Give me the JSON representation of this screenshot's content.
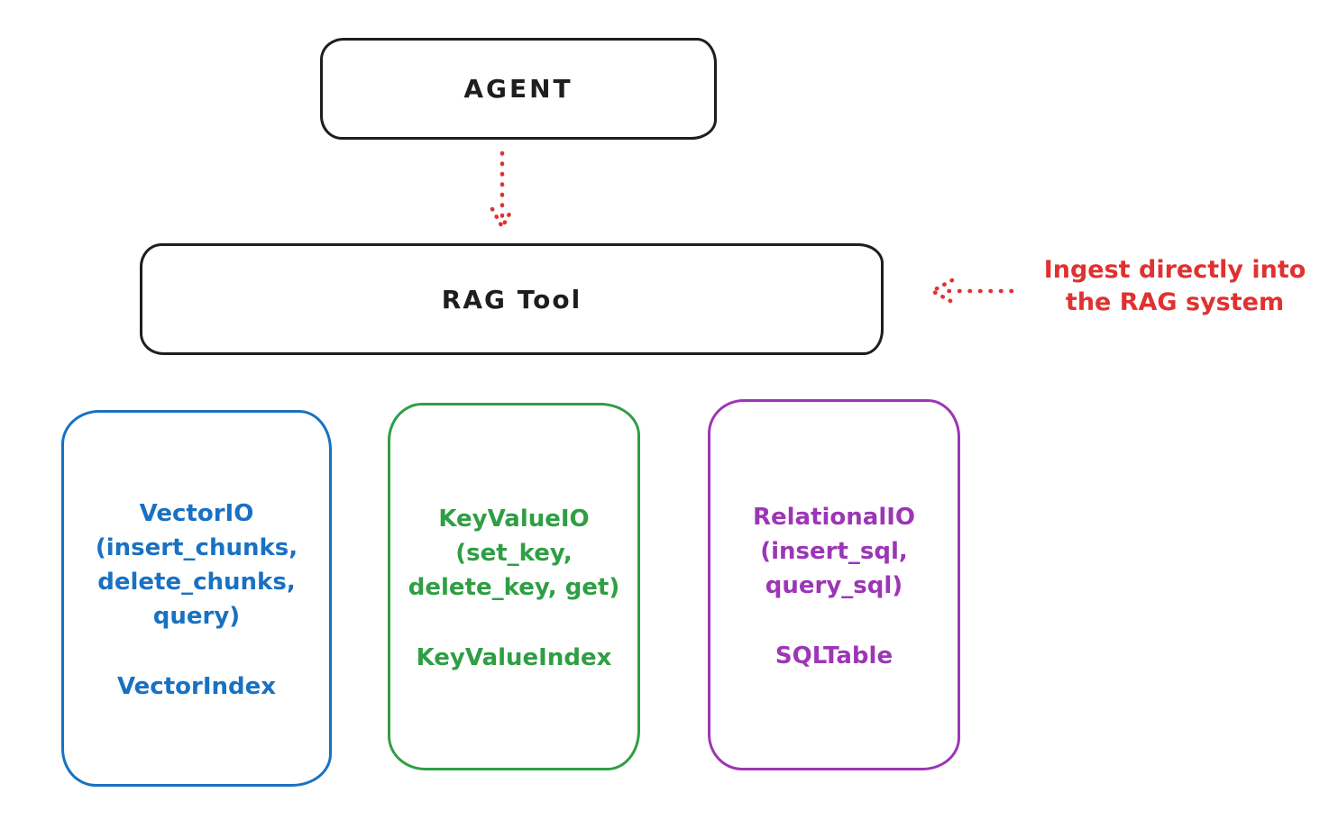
{
  "agent_box": {
    "label": "AGENT",
    "stroke_color": "#1e1e1e"
  },
  "rag_tool_box": {
    "label": "RAG Tool",
    "stroke_color": "#1e1e1e"
  },
  "ingest_annotation": {
    "line1": "Ingest directly into",
    "line2": "the RAG system",
    "color": "#e03131"
  },
  "arrows": [
    {
      "name": "agent-to-rag-arrow",
      "from": "agent-box",
      "to": "rag-tool-box",
      "style": "dotted",
      "color": "#e03131"
    },
    {
      "name": "ingest-to-rag-arrow",
      "from": "ingest-annotation",
      "to": "rag-tool-box",
      "style": "dotted",
      "color": "#e03131"
    }
  ],
  "backends": [
    {
      "id": "vector",
      "color": "#1971c2",
      "title_lines": [
        "VectorIO",
        "(insert_chunks,",
        "delete_chunks,",
        "query)"
      ],
      "index_label": "VectorIndex"
    },
    {
      "id": "keyvalue",
      "color": "#2f9e44",
      "title_lines": [
        "KeyValueIO",
        "(set_key,",
        "delete_key, get)"
      ],
      "index_label": "KeyValueIndex"
    },
    {
      "id": "relational",
      "color": "#9c36b5",
      "title_lines": [
        "RelationalIO",
        "(insert_sql,",
        "query_sql)"
      ],
      "index_label": "SQLTable"
    }
  ]
}
